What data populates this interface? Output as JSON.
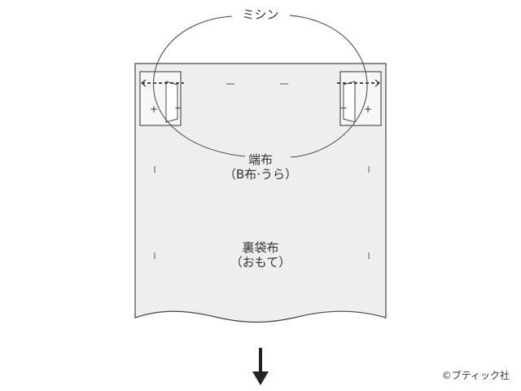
{
  "labels": {
    "stitch": "ミシン",
    "end_cloth_line1": "端布",
    "end_cloth_line2": "（B布·うら）",
    "lining_line1": "裏袋布",
    "lining_line2": "（おもて）"
  },
  "marks": {
    "plus": "+",
    "minus": "−"
  },
  "credit": {
    "copyright_symbol": "©",
    "text": "ブティック社"
  },
  "colors": {
    "panel_fill": "#eeeeee",
    "end_cloth_fill": "#f7f7f7",
    "line": "#444444",
    "stitch_dash": "#333333"
  },
  "icons": {
    "arrow": "arrow-down-icon"
  }
}
